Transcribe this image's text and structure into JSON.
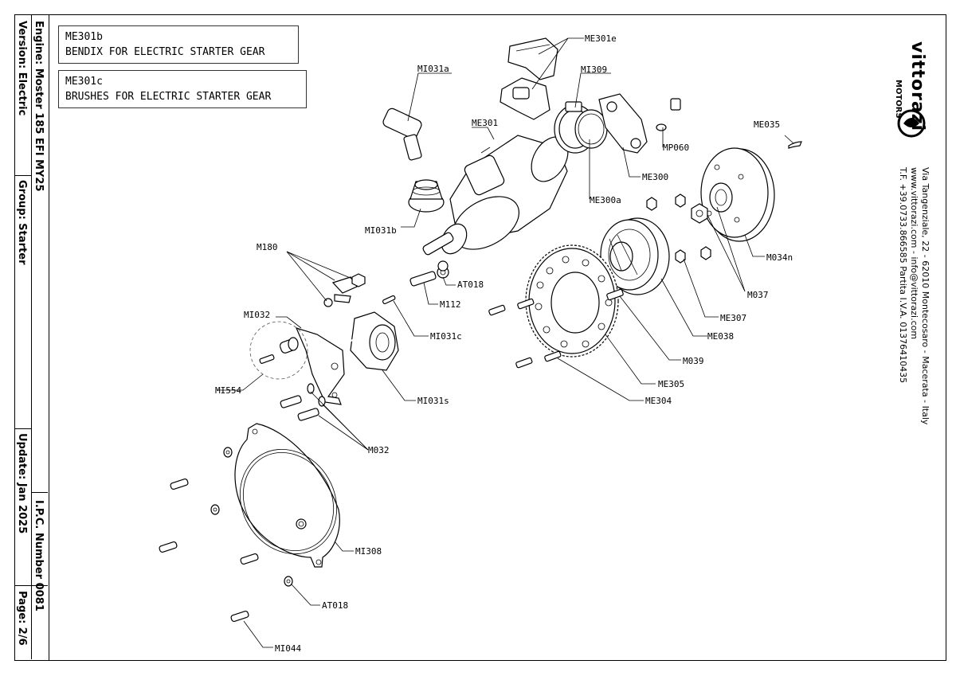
{
  "title_block": {
    "engine": "Engine: Moster 185 EFI MY25",
    "version": "Version: Electric",
    "group": "Group: Starter",
    "update": "Update: Jan 2025",
    "ipc": "I.P.C. Number 0081",
    "page": "Page: 2/6"
  },
  "brand": {
    "name": "vittorazi",
    "sub": "MOTORS",
    "address": "Via Tangenziale, 22 - 62010 Montecosaro - Macerata - Italy",
    "web": "www.vittorazi.com - info@vittorazi.com",
    "phone": "T.F. +39.0733.866585 Partita I.V.A. 01376410435"
  },
  "notes": [
    {
      "code": "ME301b",
      "text": "BENDIX FOR ELECTRIC STARTER GEAR"
    },
    {
      "code": "ME301c",
      "text": "BRUSHES FOR ELECTRIC STARTER GEAR"
    }
  ],
  "labels": {
    "ME301e": "ME301e",
    "MI031a": "MI031a",
    "MI309": "MI309",
    "ME301": "ME301",
    "ME035": "ME035",
    "MP060": "MP060",
    "ME300": "ME300",
    "ME300a": "ME300a",
    "MI031b": "MI031b",
    "M180": "M180",
    "M034n": "M034n",
    "AT018a": "AT018",
    "M037": "M037",
    "M112": "M112",
    "ME307": "ME307",
    "MI032": "MI032",
    "MI031c": "MI031c",
    "ME038": "ME038",
    "M039": "M039",
    "ME305": "ME305",
    "MI554": "MI554",
    "MI031s": "MI031s",
    "ME304": "ME304",
    "M032": "M032",
    "MI308": "MI308",
    "AT018b": "AT018",
    "MI044": "MI044"
  }
}
